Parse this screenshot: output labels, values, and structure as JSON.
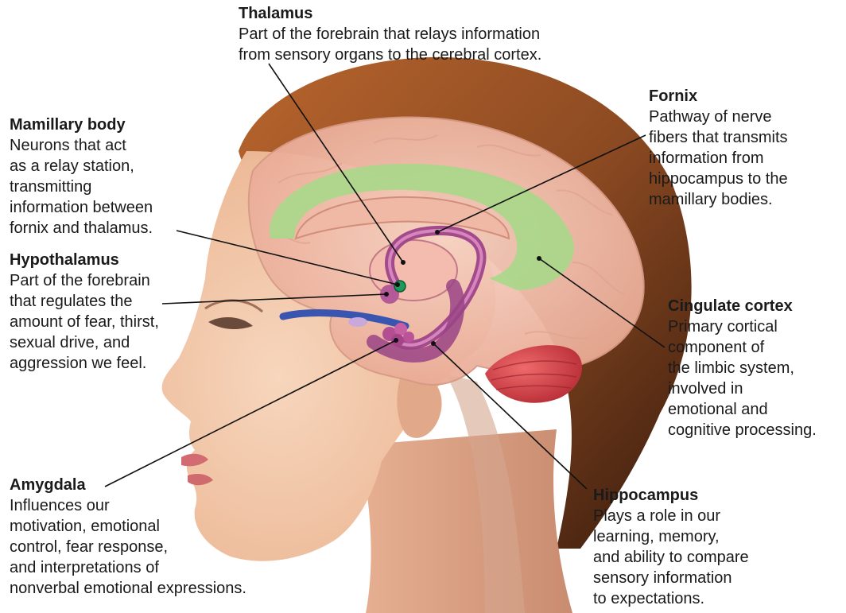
{
  "labels": {
    "thalamus": {
      "title": "Thalamus",
      "desc": "Part of the forebrain that relays information\nfrom sensory organs to the cerebral cortex."
    },
    "fornix": {
      "title": "Fornix",
      "desc": "Pathway of nerve\nfibers that transmits\ninformation from\nhippocampus to the\nmamillary bodies."
    },
    "mamillary": {
      "title": "Mamillary body",
      "desc": "Neurons that act\nas a relay station,\ntransmitting\ninformation between\nfornix and thalamus."
    },
    "hypothalamus": {
      "title": "Hypothalamus",
      "desc": "Part of the forebrain\nthat regulates the\namount of fear, thirst,\nsexual drive, and\naggression we feel."
    },
    "cingulate": {
      "title": "Cingulate cortex",
      "desc": "Primary cortical\ncomponent of\nthe limbic system,\ninvolved in\nemotional and\ncognitive processing."
    },
    "amygdala": {
      "title": "Amygdala",
      "desc": "Influences our\nmotivation, emotional\ncontrol, fear response,\nand interpretations of\nnonverbal emotional expressions."
    },
    "hippocampus": {
      "title": "Hippocampus",
      "desc": "Plays a role in our\nlearning, memory,\nand ability to compare\nsensory information\nto expectations."
    }
  },
  "colors": {
    "skin": "#f0c3a4",
    "hair": "#9a5428",
    "brain": "#f3c4b2",
    "cingulate": "#a9d88a",
    "limbic": "#a24a8a",
    "cerebellum": "#d8424a",
    "nerve": "#3a55b0"
  }
}
